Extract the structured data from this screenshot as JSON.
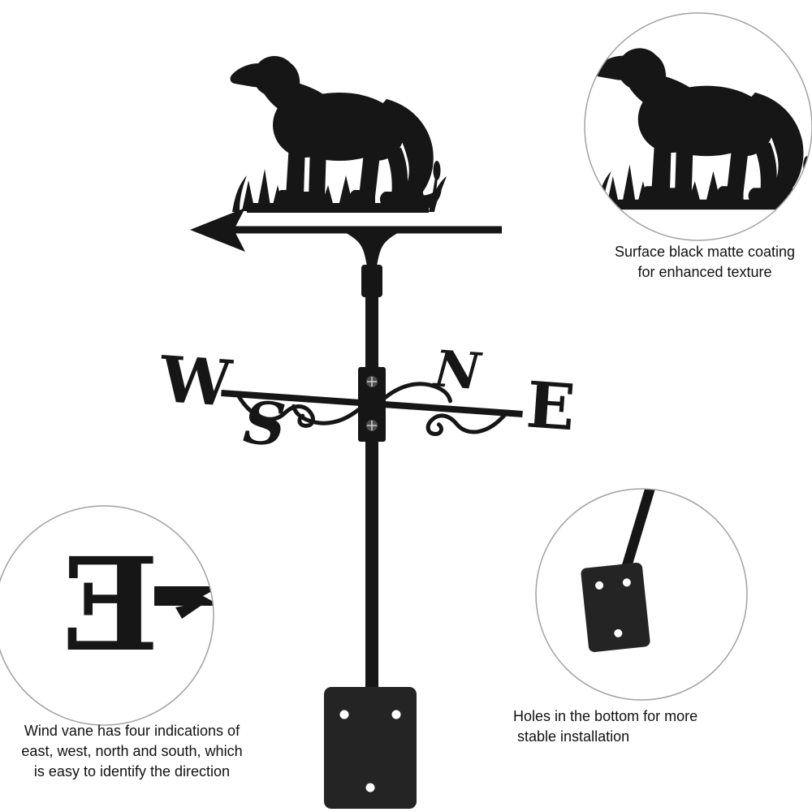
{
  "product": {
    "vane_letters": {
      "west": "W",
      "north": "N",
      "east": "E",
      "south": "S"
    },
    "detail_letter": "E"
  },
  "callouts": {
    "coating": {
      "text": "Surface black matte coating\nfor enhanced texture"
    },
    "directions": {
      "text": "Wind vane has four indications of\neast, west, north and south, which\nis easy to identify the direction"
    },
    "holes": {
      "text": "Holes in the bottom for more\n stable installation"
    }
  },
  "colors": {
    "metal": "#161616",
    "plate": "#242424",
    "circle_border": "#a2a2a2",
    "text": "#111111"
  }
}
